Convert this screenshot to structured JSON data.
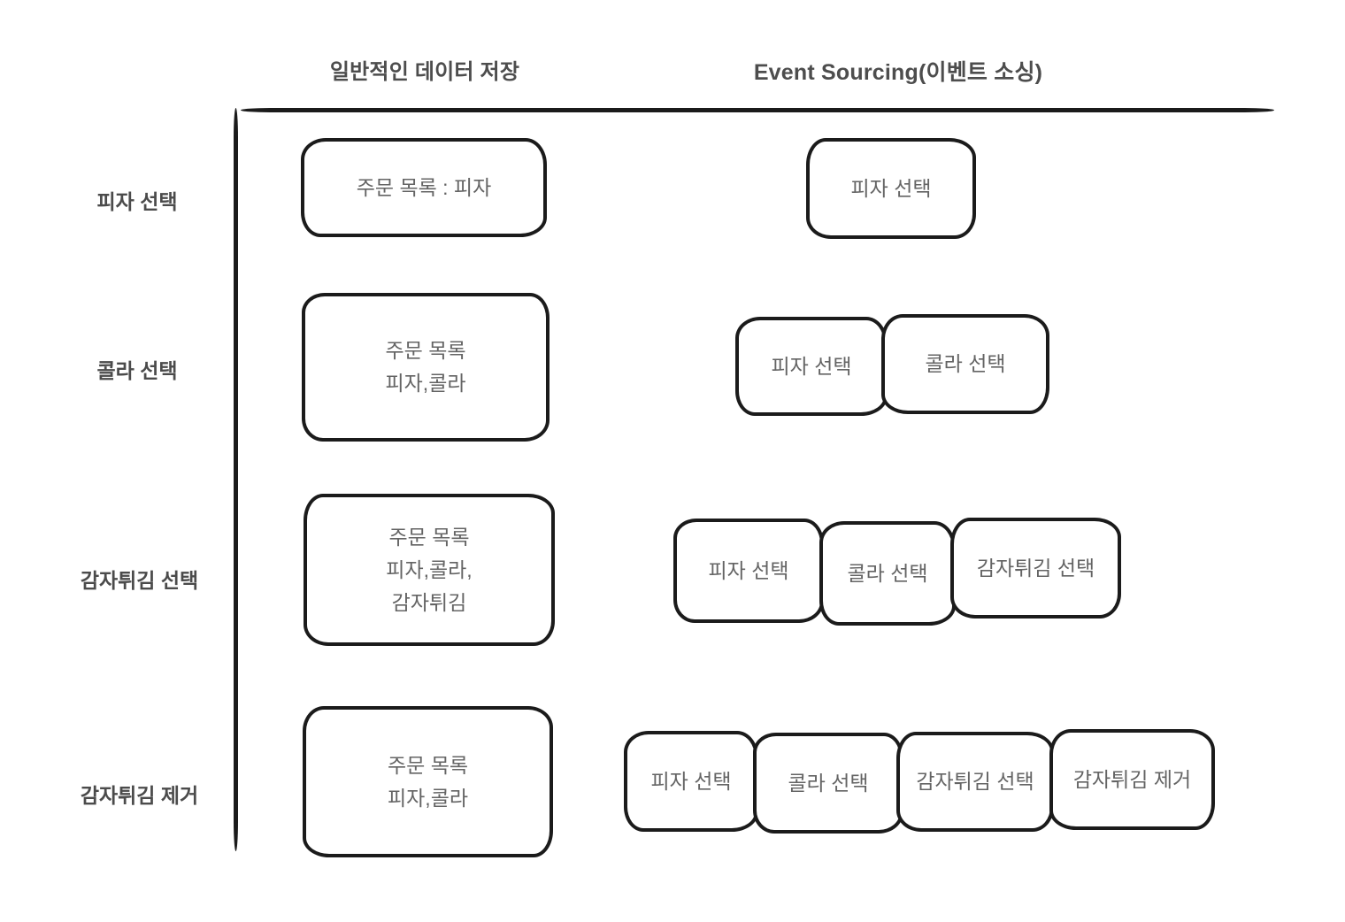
{
  "header": {
    "normal_title": "일반적인 데이터 저장",
    "event_sourcing_title": "Event Sourcing(이벤트 소싱)"
  },
  "rows": [
    {
      "label": "피자 선택",
      "normal": {
        "lines": [
          "주문 목록 : 피자"
        ]
      },
      "events": [
        "피자 선택"
      ]
    },
    {
      "label": "콜라 선택",
      "normal": {
        "lines": [
          "주문 목록",
          "피자,콜라"
        ]
      },
      "events": [
        "피자 선택",
        "콜라 선택"
      ]
    },
    {
      "label": "감자튀김 선택",
      "normal": {
        "lines": [
          "주문 목록",
          "피자,콜라,",
          "감자튀김"
        ]
      },
      "events": [
        "피자 선택",
        "콜라 선택",
        "감자튀김 선택"
      ]
    },
    {
      "label": "감자튀김 제거",
      "normal": {
        "lines": [
          "주문 목록",
          "피자,콜라"
        ]
      },
      "events": [
        "피자 선택",
        "콜라 선택",
        "감자튀김 선택",
        "감자튀김 제거"
      ]
    }
  ],
  "colors": {
    "border": "#1b1b1b",
    "box_text": "#646464",
    "label_text": "#4b4b4b",
    "header_text": "#4d4d4d",
    "bg": "#ffffff"
  }
}
